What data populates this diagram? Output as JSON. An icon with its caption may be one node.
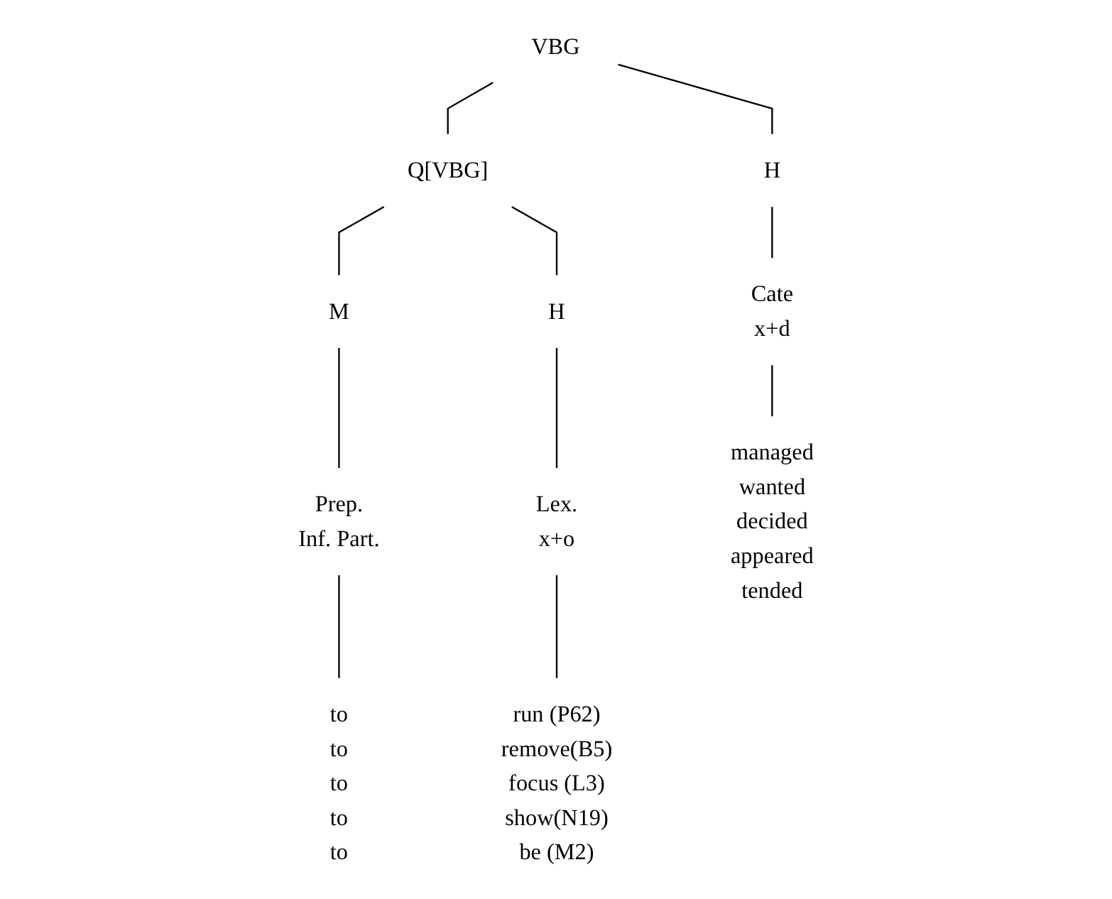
{
  "diagram": {
    "nodes": [
      {
        "text": [
          "VBG"
        ]
      },
      {
        "text": [
          "H"
        ]
      },
      {
        "text": [
          "Q[VBG]"
        ]
      },
      {
        "text": [
          "M"
        ]
      },
      {
        "text": [
          "H"
        ]
      },
      {
        "text": [
          "Cate",
          "x+d"
        ]
      },
      {
        "text": [
          "Prep.",
          "Inf. Part."
        ]
      },
      {
        "text": [
          "Lex.",
          "x+o"
        ]
      },
      {
        "text": [
          "managed",
          "wanted",
          "decided",
          "appeared",
          "tended"
        ]
      },
      {
        "text": [
          "to",
          "to",
          "to",
          "to",
          "to"
        ]
      },
      {
        "text": [
          "run (P62)",
          "remove(B5)",
          "focus (L3)",
          "show(N19)",
          "be (M2)"
        ]
      }
    ],
    "edges": [
      {
        "from": 0,
        "to": 1,
        "arrow": "none"
      },
      {
        "from": 0,
        "to": 2,
        "arrow": "none"
      },
      {
        "from": 2,
        "to": 3,
        "arrow": "none"
      },
      {
        "from": 2,
        "to": 4,
        "arrow": "none"
      },
      {
        "from": 1,
        "to": 5,
        "arrow": "none"
      },
      {
        "from": 3,
        "to": 6,
        "arrow": "none"
      },
      {
        "from": 4,
        "to": 7,
        "arrow": "none"
      },
      {
        "from": 5,
        "to": 8,
        "arrow": "none"
      },
      {
        "from": 6,
        "to": 9,
        "arrow": "none"
      },
      {
        "from": 7,
        "to": 10,
        "arrow": "none"
      }
    ]
  }
}
